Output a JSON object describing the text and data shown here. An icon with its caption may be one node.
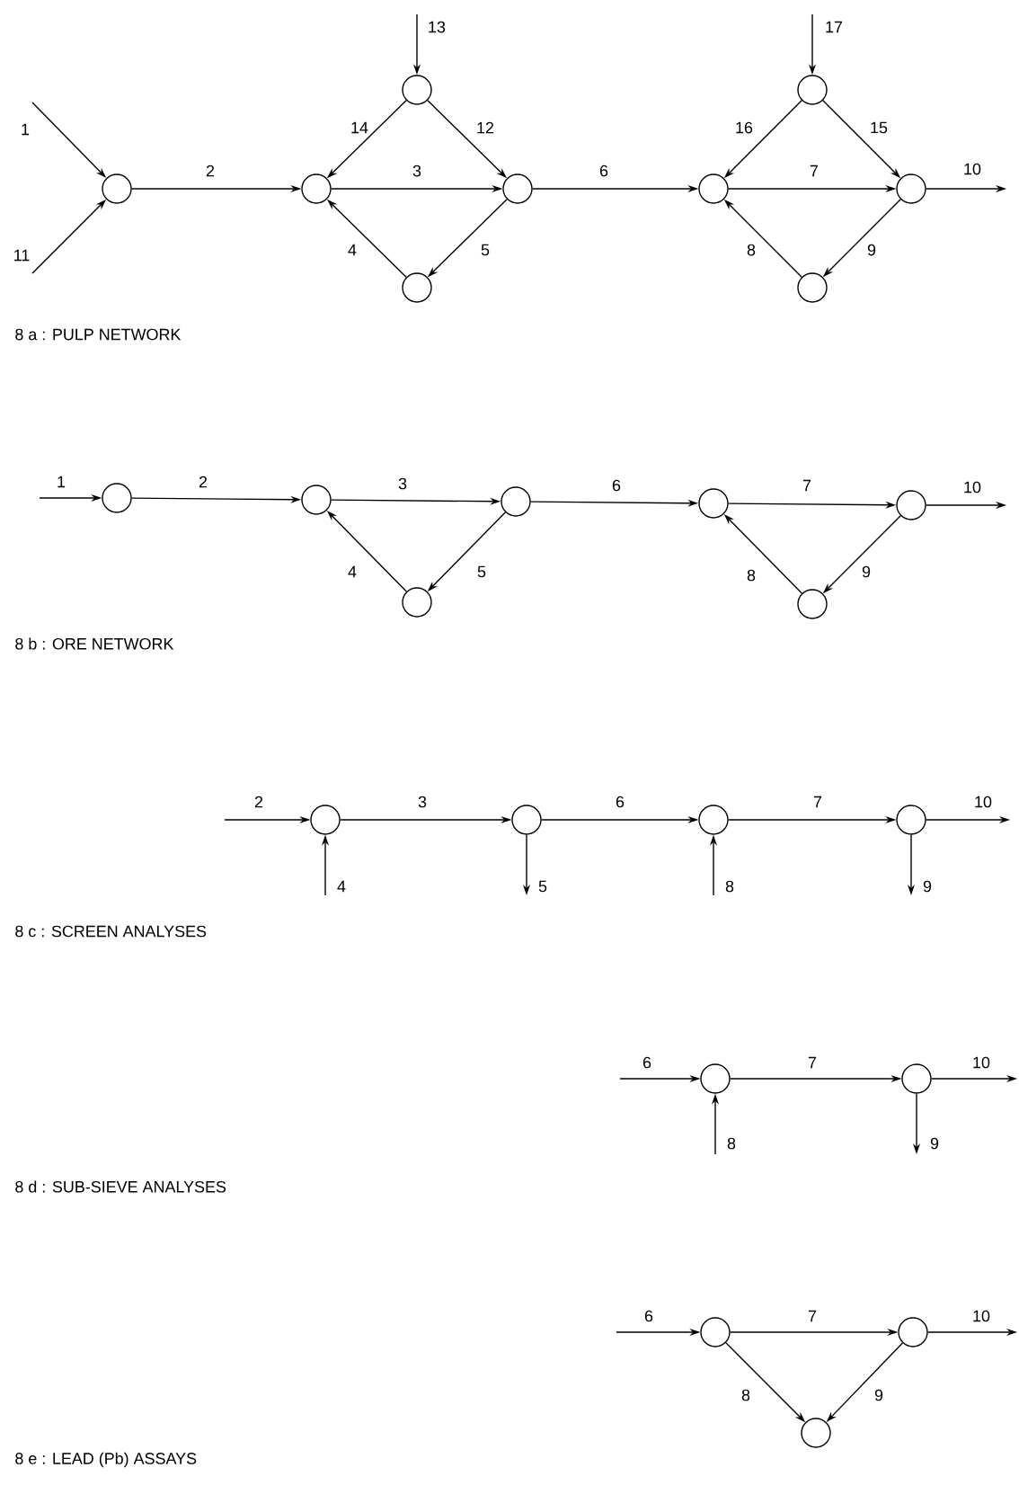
{
  "diagram": {
    "nodes": [
      {
        "text": [],
        "shape": "circle"
      },
      {
        "text": [],
        "shape": "circle"
      },
      {
        "text": [],
        "shape": "circle"
      },
      {
        "text": [],
        "shape": "circle"
      },
      {
        "text": [],
        "shape": "circle"
      },
      {
        "text": [],
        "shape": "circle"
      },
      {
        "text": [],
        "shape": "circle"
      },
      {
        "text": [],
        "shape": "circle"
      },
      {
        "text": [],
        "shape": "circle"
      },
      {
        "text": [],
        "shape": "circle"
      },
      {
        "text": [],
        "shape": "circle"
      },
      {
        "text": [],
        "shape": "circle"
      },
      {
        "text": [],
        "shape": "circle"
      },
      {
        "text": [],
        "shape": "circle"
      },
      {
        "text": [],
        "shape": "circle"
      },
      {
        "text": [],
        "shape": "circle"
      },
      {
        "text": [],
        "shape": "circle"
      },
      {
        "text": [],
        "shape": "circle"
      },
      {
        "text": [],
        "shape": "circle"
      },
      {
        "text": [],
        "shape": "circle"
      },
      {
        "text": [],
        "shape": "circle"
      },
      {
        "text": [],
        "shape": "circle"
      },
      {
        "text": [],
        "shape": "circle"
      },
      {
        "text": [],
        "shape": "circle"
      },
      {
        "text": [],
        "shape": "circle"
      }
    ],
    "edges": [
      {
        "from": null,
        "to": 0,
        "arrow": "to",
        "label": "1"
      },
      {
        "from": null,
        "to": 0,
        "arrow": "to",
        "label": "11"
      },
      {
        "from": 0,
        "to": 1,
        "arrow": "to",
        "label": "2"
      },
      {
        "from": null,
        "to": 3,
        "arrow": "to",
        "label": "13"
      },
      {
        "from": 3,
        "to": 1,
        "arrow": "to",
        "label": "14"
      },
      {
        "from": 3,
        "to": 2,
        "arrow": "to",
        "label": "12"
      },
      {
        "from": 1,
        "to": 2,
        "arrow": "to",
        "label": "3"
      },
      {
        "from": 4,
        "to": 1,
        "arrow": "to",
        "label": "4"
      },
      {
        "from": 2,
        "to": 4,
        "arrow": "to",
        "label": "5"
      },
      {
        "from": 2,
        "to": 5,
        "arrow": "to",
        "label": "6"
      },
      {
        "from": null,
        "to": 7,
        "arrow": "to",
        "label": "17"
      },
      {
        "from": 7,
        "to": 5,
        "arrow": "to",
        "label": "16"
      },
      {
        "from": 7,
        "to": 6,
        "arrow": "to",
        "label": "15"
      },
      {
        "from": 5,
        "to": 6,
        "arrow": "to",
        "label": "7"
      },
      {
        "from": 8,
        "to": 5,
        "arrow": "to",
        "label": "8"
      },
      {
        "from": 6,
        "to": 8,
        "arrow": "to",
        "label": "9"
      },
      {
        "from": 6,
        "to": null,
        "arrow": "to",
        "label": "10"
      },
      {
        "from": null,
        "to": 9,
        "arrow": "to",
        "label": "1"
      },
      {
        "from": 9,
        "to": 10,
        "arrow": "to",
        "label": "2"
      },
      {
        "from": 10,
        "to": 11,
        "arrow": "to",
        "label": "3"
      },
      {
        "from": 11,
        "to": 12,
        "arrow": "to",
        "label": "5"
      },
      {
        "from": 12,
        "to": 10,
        "arrow": "to",
        "label": "4"
      },
      {
        "from": 11,
        "to": 13,
        "arrow": "to",
        "label": "6"
      },
      {
        "from": 13,
        "to": 14,
        "arrow": "to",
        "label": "7"
      },
      {
        "from": 14,
        "to": 15,
        "arrow": "to",
        "label": "9"
      },
      {
        "from": 15,
        "to": 13,
        "arrow": "to",
        "label": "8"
      },
      {
        "from": 14,
        "to": null,
        "arrow": "to",
        "label": "10"
      },
      {
        "from": null,
        "to": 16,
        "arrow": "to",
        "label": "2"
      },
      {
        "from": null,
        "to": 16,
        "arrow": "to",
        "label": "4"
      },
      {
        "from": 16,
        "to": 17,
        "arrow": "to",
        "label": "3"
      },
      {
        "from": 17,
        "to": null,
        "arrow": "to",
        "label": "5"
      },
      {
        "from": 17,
        "to": 18,
        "arrow": "to",
        "label": "6"
      },
      {
        "from": null,
        "to": 18,
        "arrow": "to",
        "label": "8"
      },
      {
        "from": 18,
        "to": 19,
        "arrow": "to",
        "label": "7"
      },
      {
        "from": 19,
        "to": null,
        "arrow": "to",
        "label": "10"
      },
      {
        "from": 19,
        "to": null,
        "arrow": "to",
        "label": "9"
      },
      {
        "from": null,
        "to": 20,
        "arrow": "to",
        "label": "6"
      },
      {
        "from": null,
        "to": 20,
        "arrow": "to",
        "label": "8"
      },
      {
        "from": 20,
        "to": 21,
        "arrow": "to",
        "label": "7"
      },
      {
        "from": 21,
        "to": null,
        "arrow": "to",
        "label": "10"
      },
      {
        "from": 21,
        "to": null,
        "arrow": "to",
        "label": "9"
      },
      {
        "from": null,
        "to": 22,
        "arrow": "to",
        "label": "6"
      },
      {
        "from": 22,
        "to": 23,
        "arrow": "to",
        "label": "7"
      },
      {
        "from": 23,
        "to": null,
        "arrow": "to",
        "label": "10"
      },
      {
        "from": 22,
        "to": 24,
        "arrow": "to",
        "label": "8"
      },
      {
        "from": 23,
        "to": 24,
        "arrow": "to",
        "label": "9"
      }
    ],
    "labels": [
      "8 a : PULP NETWORK",
      "8 b : ORE NETWORK",
      "8 c : SCREEN ANALYSES",
      "8 d : SUB-SIEVE ANALYSES",
      "8 e : LEAD (Pb) ASSAYS"
    ]
  }
}
